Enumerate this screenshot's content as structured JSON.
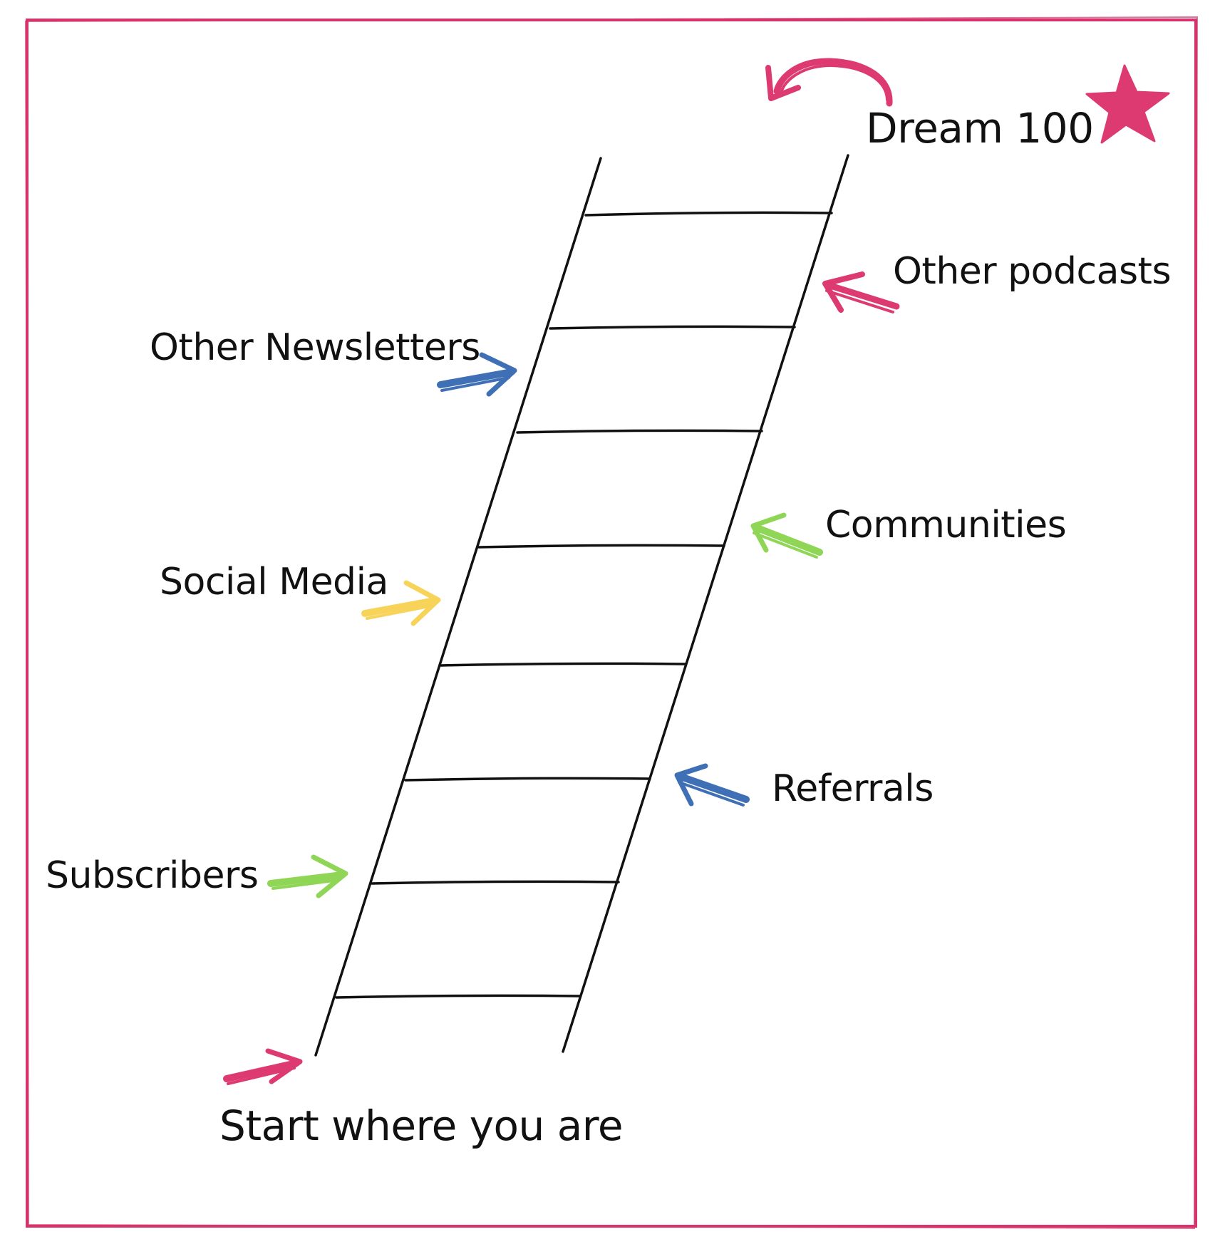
{
  "title": "Dream 100",
  "start_label": "Start where you are",
  "labels": {
    "other_podcasts": "Other podcasts",
    "other_newsletters": "Other Newsletters",
    "communities": "Communities",
    "social_media": "Social Media",
    "referrals": "Referrals",
    "subscribers": "Subscribers"
  },
  "colors": {
    "frame": "#d6336c",
    "ink": "#111111",
    "pink": "#dd3a72",
    "blue": "#3f6fb5",
    "green": "#8fd657",
    "yellow": "#f7d35a",
    "star": "#dd3a72"
  },
  "icons": [
    "star-icon",
    "curved-arrow-icon",
    "arrow-icon"
  ]
}
